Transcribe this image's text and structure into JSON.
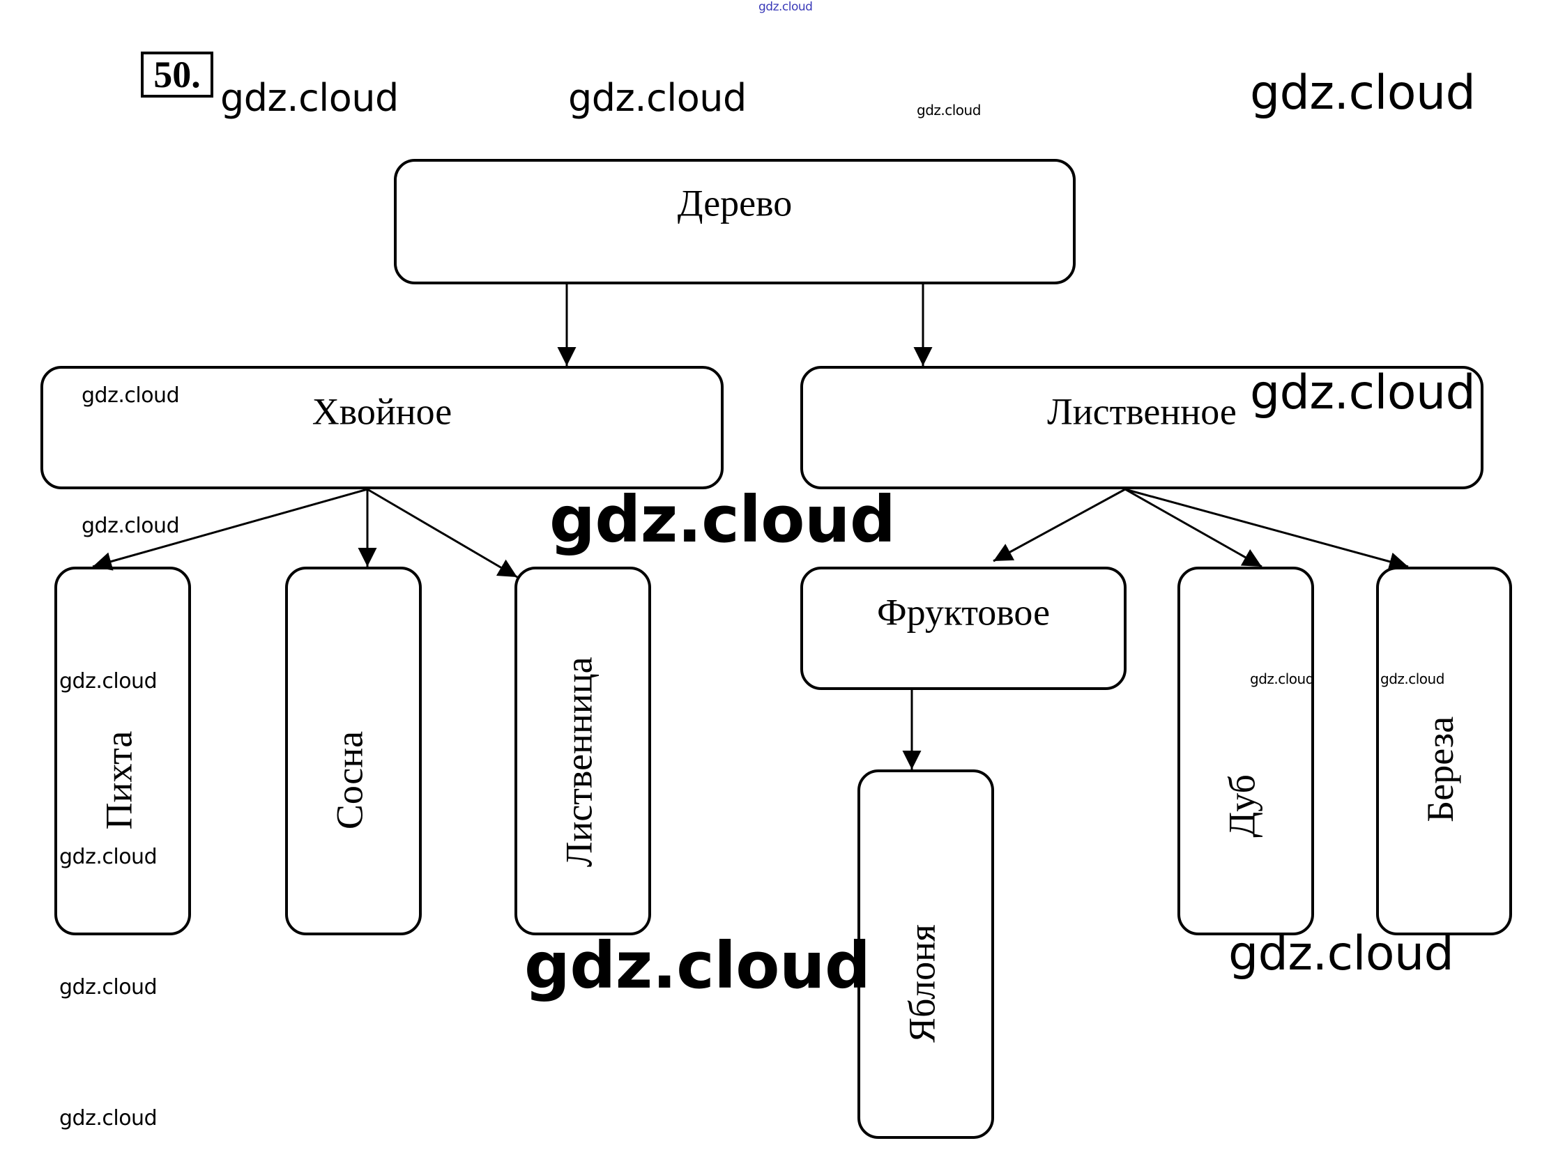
{
  "task": {
    "number": "50."
  },
  "watermark": {
    "text": "gdz.cloud",
    "header_text": "gdz.cloud"
  },
  "diagram": {
    "root": {
      "id": "tree",
      "label": "Дерево"
    },
    "level1": [
      {
        "id": "coniferous",
        "label": "Хвойное"
      },
      {
        "id": "deciduous",
        "label": "Лиственное"
      }
    ],
    "coniferous_children": [
      {
        "id": "fir",
        "label": "Пихта"
      },
      {
        "id": "pine",
        "label": "Сосна"
      },
      {
        "id": "larch",
        "label": "Лиственница"
      }
    ],
    "deciduous_children": [
      {
        "id": "fruit",
        "label": "Фруктовое"
      },
      {
        "id": "oak",
        "label": "Дуб"
      },
      {
        "id": "birch",
        "label": "Береза"
      }
    ],
    "fruit_children": [
      {
        "id": "apple",
        "label": "Яблоня"
      }
    ],
    "edges": [
      [
        "tree",
        "coniferous"
      ],
      [
        "tree",
        "deciduous"
      ],
      [
        "coniferous",
        "fir"
      ],
      [
        "coniferous",
        "pine"
      ],
      [
        "coniferous",
        "larch"
      ],
      [
        "deciduous",
        "fruit"
      ],
      [
        "deciduous",
        "oak"
      ],
      [
        "deciduous",
        "birch"
      ],
      [
        "fruit",
        "apple"
      ]
    ]
  }
}
